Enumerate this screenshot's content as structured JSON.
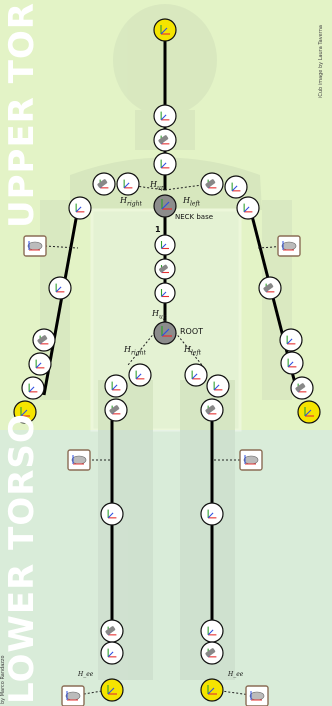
{
  "sections": {
    "upper": "UPPER TORSO",
    "lower": "LOWER TORSO"
  },
  "credits": {
    "image": "iCub image by Laura Taverna",
    "author": "by Marco Randazzo"
  },
  "nodes": {
    "neck_base": "NECK base",
    "root": "ROOT"
  },
  "transforms": {
    "upper_h_up": {
      "base": "H",
      "sub": "up"
    },
    "upper_h_right": {
      "base": "H",
      "sub": "right"
    },
    "upper_h_left": {
      "base": "H",
      "sub": "left"
    },
    "lower_h_up": {
      "base": "H",
      "sub": "up"
    },
    "lower_h_right": {
      "base": "H",
      "sub": "right"
    },
    "lower_h_left": {
      "base": "H",
      "sub": "left"
    },
    "foot_left_frame": "H_ee",
    "foot_right_frame": "H_ee"
  },
  "connector_number": "1",
  "colors": {
    "upper_bg": "#e3f3c6",
    "lower_bg": "#d9ecd9",
    "end_effector": "#f5e400",
    "base_node": "#8c8c8c",
    "link": "#000000",
    "frame_x": "#e53030",
    "frame_y": "#30a030",
    "frame_z": "#3050e0"
  }
}
